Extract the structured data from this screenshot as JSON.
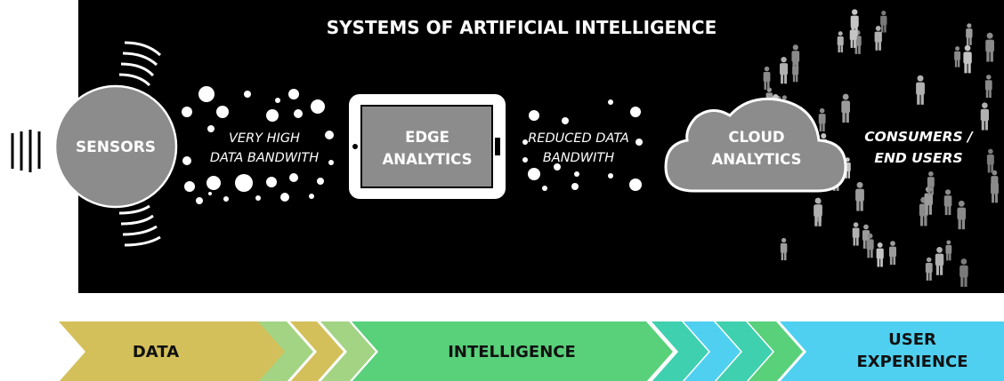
{
  "title": "SYSTEMS OF ARTIFICIAL INTELLIGENCE",
  "sensors": {
    "label": "SENSORS"
  },
  "very_high": {
    "line1": "VERY HIGH",
    "line2": "DATA BANDWITH"
  },
  "edge": {
    "line1": "EDGE",
    "line2": "ANALYTICS"
  },
  "reduced": {
    "line1": "REDUCED DATA",
    "line2": "BANDWITH"
  },
  "cloud": {
    "line1": "CLOUD",
    "line2": "ANALYTICS"
  },
  "consumers": {
    "line1": "CONSUMERS /",
    "line2": "END USERS"
  },
  "band": {
    "data": "DATA",
    "intelligence": "INTELLIGENCE",
    "ux_line1": "USER",
    "ux_line2": "EXPERIENCE"
  },
  "colors": {
    "panel": "#000000",
    "sensor_gray": "#8c8c8c",
    "data": "#d4c05a",
    "data_light": "#a2d484",
    "intelligence": "#59d07a",
    "intelligence_teal": "#3fd0b0",
    "ux": "#4fd0f0"
  },
  "icons": [
    "wave-icon",
    "person-icon",
    "cloud-icon",
    "tablet-icon"
  ]
}
